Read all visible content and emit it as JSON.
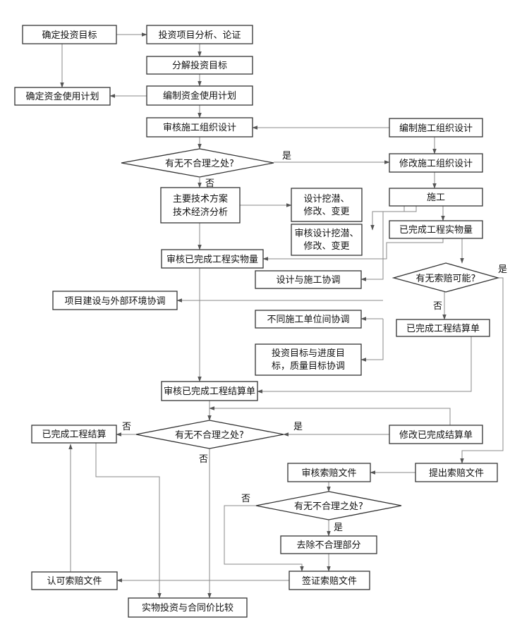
{
  "nodes": {
    "set_target": "确定投资目标",
    "project_analysis": "投资项目分析、论证",
    "decompose_target": "分解投资目标",
    "fund_plan_left": "确定资金使用计划",
    "compile_fund_plan": "编制资金使用计划",
    "review_org_design": "审核施工组织设计",
    "compile_org_design": "编制施工组织设计",
    "decision1": "有无不合理之处?",
    "modify_org_design": "修改施工组织设计",
    "tech_plan": [
      "主要技术方案",
      "技术经济分析"
    ],
    "design_tap": [
      "设计挖潜、",
      "修改、变更"
    ],
    "construction": "施工",
    "review_design_tap": [
      "审核设计挖潜、",
      "修改、变更"
    ],
    "completed_quantity": "已完成工程实物量",
    "review_completed_quantity": "审核已完成工程实物量",
    "design_construction_coord": "设计与施工协调",
    "decision_claim": "有无索赔可能?",
    "external_coord": "项目建设与外部环境协调",
    "units_coord": "不同施工单位间协调",
    "completed_settlement_sheet": "已完成工程结算单",
    "target_coord": [
      "投资目标与进度目",
      "标，质量目标协调"
    ],
    "review_settlement_sheet": "审核已完成工程结算单",
    "completed_settlement": "已完成工程结算",
    "decision2": "有无不合理之处?",
    "modify_settlement_sheet": "修改已完成结算单",
    "review_claim_doc": "审核索赔文件",
    "submit_claim_doc": "提出索赔文件",
    "decision3": "有无不合理之处?",
    "remove_unreasonable": "去除不合理部分",
    "approve_claim_doc": "认可索赔文件",
    "sign_claim_doc": "签证索赔文件",
    "compare_contract": "实物投资与合同价比较"
  },
  "edge_labels": {
    "d1_yes": "是",
    "d1_no": "否",
    "claim_yes": "是",
    "claim_no": "否",
    "d2_no_left": "否",
    "d2_yes": "是",
    "d2_no_down": "否",
    "d3_no": "否",
    "d3_yes": "是"
  },
  "colors": {
    "box_stroke": "#333333",
    "edge_stroke": "#8a8a8a",
    "text": "#111111"
  }
}
